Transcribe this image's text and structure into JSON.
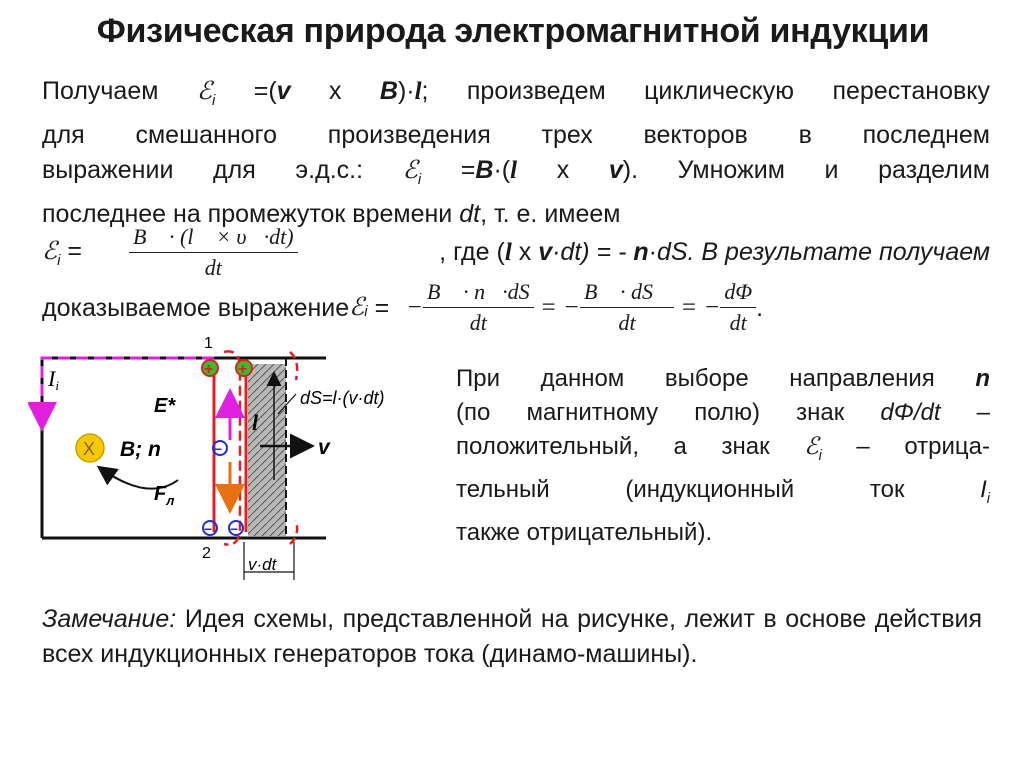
{
  "title": "Физическая природа электромагнитной индукции",
  "para1": {
    "l1_a": "Получаем ",
    "emf": "ℰ",
    "sub_i": "i",
    "l1_b": " =(",
    "v": "v",
    "x": " x ",
    "B": "B",
    "dot_l": ")·",
    "l": "l",
    "l1_c": "; произведем циклическую перестановку",
    "line2": "для смешанного произведения трех векторов в последнем",
    "l3_a": "выражении для э.д.с.: ",
    "l3_b": " =",
    "l3_c": "·(",
    "l3_d": " x ",
    "l3_e": "). Умножим и разделим",
    "l4_a": "последнее на промежуток времени ",
    "dt": "dt",
    "l4_b": ", т. е. имеем"
  },
  "para2": {
    "eq": " =",
    "frac_num": "B⃗ · (l⃗ × υ⃗·dt)",
    "frac_den": "dt",
    "l1_a": ", где (",
    "l1_b": " x ",
    "l1_c": "·dt) = - ",
    "n": "n",
    "l1_d": "·dS. В результате получаем",
    "l2_a": "доказываемое выражение ",
    "l2_b": " = ",
    "minus": "−",
    "f1_num": "B⃗ · n⃗·dS",
    "f1_den": "dt",
    "eq2": " = −",
    "f2_num": "B⃗ · dS⃗",
    "f2_den": "dt",
    "eq3": " = −",
    "f3_num": "dΦ",
    "f3_den": "dt",
    "period": "."
  },
  "figure": {
    "label_1": "1",
    "label_2": "2",
    "I": "I",
    "i": "i",
    "E_star": "E*",
    "X": "X",
    "B_n": "B; n",
    "F": "F",
    "F_sub": "л",
    "l": "l",
    "dS": "dS=l·(v·dt)",
    "v": "v",
    "vdt": "v·dt",
    "plus": "+",
    "minus": "−"
  },
  "side": {
    "l1_a": "При данном выборе направления ",
    "n": "n",
    "l2_a": "(по магнитному полю) знак ",
    "dFdt": "dΦ/dt",
    "l2_b": " –",
    "l3_a": "положительный, а знак ",
    "l3_b": " – отрица-",
    "l4_a": "тельный (индукционный ток ",
    "I": "I",
    "sub_i": "i",
    "l5": "также отрицательный)."
  },
  "note": {
    "label": "Замечание:",
    "text": " Идея схемы, представленной на рисунке, лежит в основе действия всех индукционных генераторов тока (динамо-машины)."
  },
  "colors": {
    "magenta": "#e020e0",
    "red": "#e02020",
    "blue": "#2030d0",
    "orange": "#e87010",
    "green": "#30c030",
    "yellow": "#f5c800",
    "gray": "#9a9a9a"
  }
}
